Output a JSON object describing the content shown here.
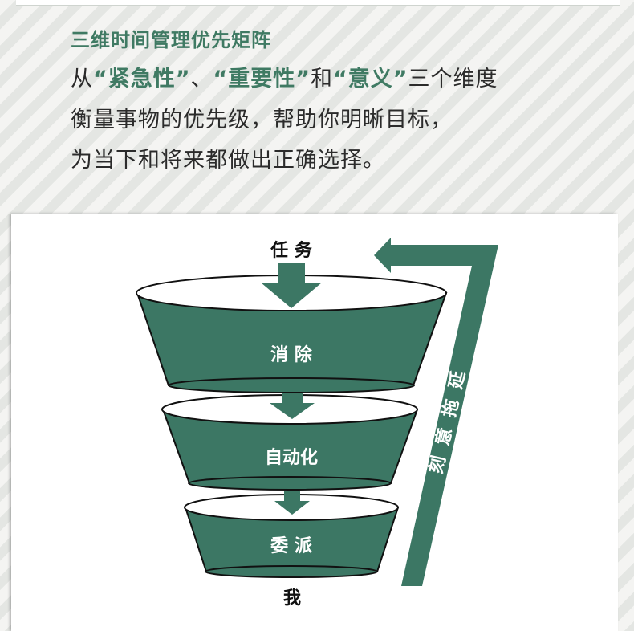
{
  "header": {
    "title": "三维时间管理优先矩阵",
    "line1": {
      "p1": "从",
      "h1": "“紧急性”",
      "p2": "、",
      "h2": "“重要性”",
      "p3": "和",
      "h3": "“意义”",
      "p4": "三个维度"
    },
    "line2": "衡量事物的优先级，帮助你明晰目标，",
    "line3": "为当下和将来都做出正确选择。"
  },
  "diagram": {
    "top_label": "任 务",
    "stages": [
      "消 除",
      "自动化",
      "委 派"
    ],
    "side_label": "刻意拖延",
    "bottom_label": "我",
    "colors": {
      "green": "#3c7764",
      "dark": "#111111",
      "arrow_text": "#ffffff"
    }
  }
}
